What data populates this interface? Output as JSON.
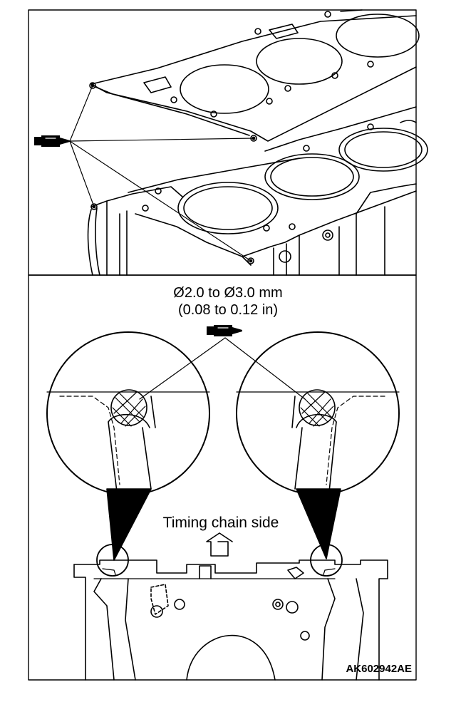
{
  "diagram": {
    "sealant_spec_line1": "Ø2.0 to Ø3.0 mm",
    "sealant_spec_line2": "(0.08 to 0.12 in)",
    "direction_label": "Timing chain side",
    "figure_code": "AK602942AE"
  },
  "colors": {
    "line": "#000000",
    "background": "#ffffff"
  }
}
